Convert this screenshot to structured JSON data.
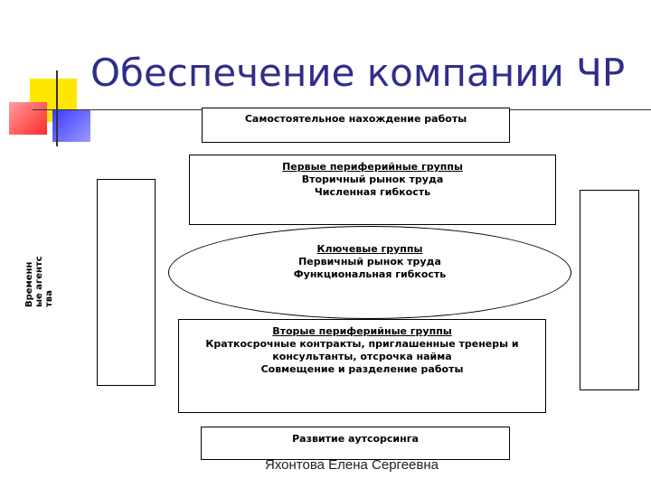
{
  "slide": {
    "title": "Обеспечение компании ЧР",
    "footer": "Яхонтова Елена Сергеевна"
  },
  "diagram": {
    "top_box": "Самостоятельное нахождение работы",
    "first_periphery": {
      "heading": "Первые периферийные группы",
      "line1": "Вторичный рынок труда",
      "line2": "Численная гибкость"
    },
    "core": {
      "heading": "Ключевые группы",
      "line1": "Первичный рынок труда",
      "line2": "Функциональная гибкость"
    },
    "second_periphery": {
      "heading": "Вторые периферийные группы",
      "line1": "Краткосрочные контракты, приглашенные тренеры и консультанты, отсрочка найма",
      "line2": "Совмещение и разделение работы"
    },
    "bottom_box": "Развитие аутсорсинга",
    "left_side_label": "Временные агентства"
  },
  "colors": {
    "title": "#2e2e8a",
    "deco_yellow": "#ffe600",
    "deco_red": "#ff3b3b",
    "deco_blue": "#2b2bd6"
  }
}
